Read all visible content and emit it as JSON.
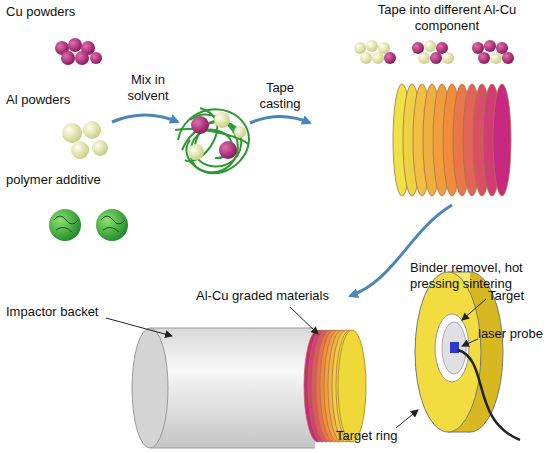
{
  "diagram": {
    "labels": [
      "Cu powders",
      "Al powders",
      "polymer additive",
      "Mix in solvent",
      "Tape casting",
      "Tape into different Al-Cu component",
      "Binder removel, hot pressing sintering",
      "Impactor backet",
      "Al-Cu graded materials",
      "Target",
      "laser probe",
      "Target ring"
    ]
  }
}
